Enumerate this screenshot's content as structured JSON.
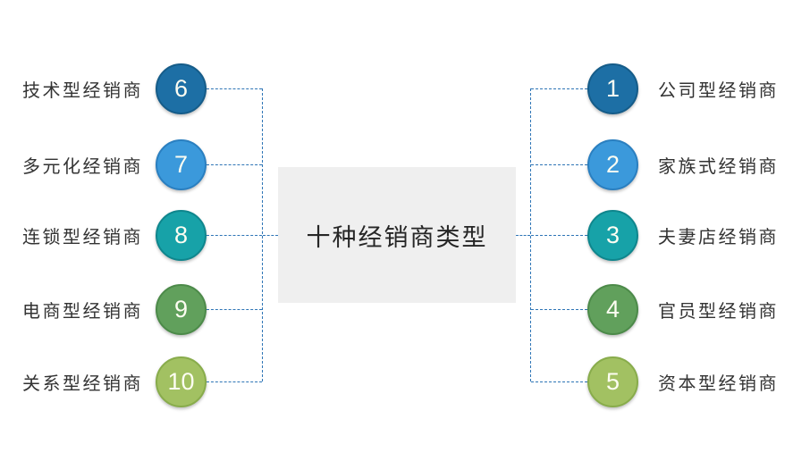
{
  "title": "十种经销商类型",
  "colors": {
    "connector": "#2E75B6",
    "box_bg": "#EFEFEF",
    "title_text": "#262626",
    "label_text": "#333333",
    "number_text": "#FDFDF2"
  },
  "left_items": [
    {
      "num": "6",
      "label": "技术型经销商",
      "fill": "#1D6FA5",
      "border": "#155C89"
    },
    {
      "num": "7",
      "label": "多元化经销商",
      "fill": "#3B99DB",
      "border": "#2A7FC0"
    },
    {
      "num": "8",
      "label": "连锁型经销商",
      "fill": "#17A2A8",
      "border": "#0F868D"
    },
    {
      "num": "9",
      "label": "电商型经销商",
      "fill": "#61A05C",
      "border": "#4C8A49"
    },
    {
      "num": "10",
      "label": "关系型经销商",
      "fill": "#A2C162",
      "border": "#88AC4B"
    }
  ],
  "right_items": [
    {
      "num": "1",
      "label": "公司型经销商",
      "fill": "#1D6FA5",
      "border": "#155C89"
    },
    {
      "num": "2",
      "label": "家族式经销商",
      "fill": "#3B99DB",
      "border": "#2A7FC0"
    },
    {
      "num": "3",
      "label": "夫妻店经销商",
      "fill": "#17A2A8",
      "border": "#0F868D"
    },
    {
      "num": "4",
      "label": "官员型经销商",
      "fill": "#61A05C",
      "border": "#4C8A49"
    },
    {
      "num": "5",
      "label": "资本型经销商",
      "fill": "#A2C162",
      "border": "#88AC4B"
    }
  ]
}
